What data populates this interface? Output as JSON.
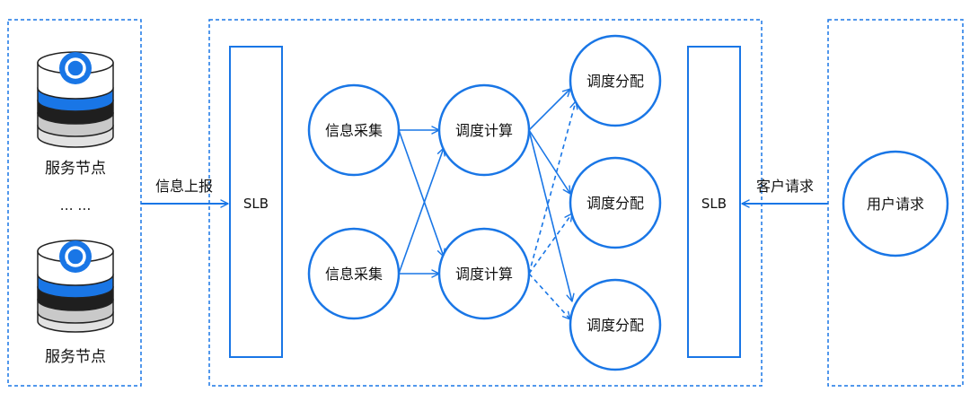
{
  "colors": {
    "primary": "#1976e6",
    "fill": "#ffffff",
    "db_dark": "#1f1f1f",
    "db_gray": "#c9c9c9",
    "db_light": "#e2e2e2",
    "watermark": "#e6e6e6"
  },
  "left_group": {
    "node_top_label": "服务节点",
    "ellipsis": "… …",
    "node_bottom_label": "服务节点"
  },
  "edges": {
    "report_label": "信息上报",
    "request_label": "客户请求"
  },
  "middle_group": {
    "slb_left": "SLB",
    "slb_right": "SLB",
    "collect_top": "信息采集",
    "collect_bottom": "信息采集",
    "compute_top": "调度计算",
    "compute_bottom": "调度计算",
    "dispatch_top": "调度分配",
    "dispatch_mid": "调度分配",
    "dispatch_bottom": "调度分配"
  },
  "right_group": {
    "user_request": "用户请求"
  },
  "icons": {
    "server": "server-database-icon",
    "arrow": "arrow-head-icon"
  }
}
